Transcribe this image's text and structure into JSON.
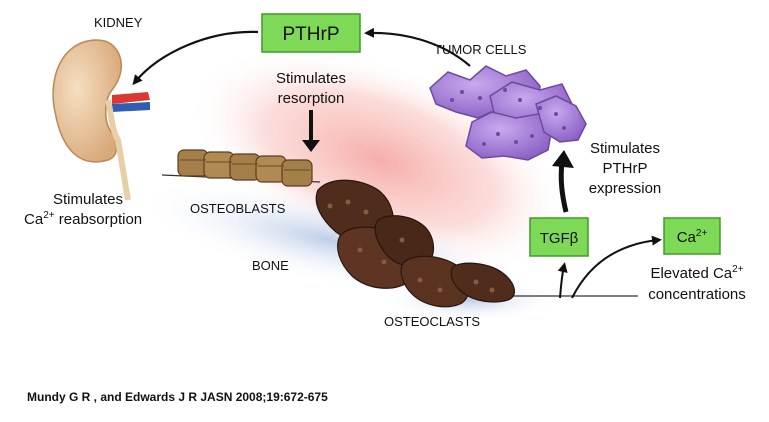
{
  "labels": {
    "kidney": "KIDNEY",
    "kidney_effect_line1": "Stimulates",
    "kidney_effect_ca": "Ca",
    "kidney_effect_ca_sup": "2+",
    "kidney_effect_rest": " reabsorption",
    "pthrp": "PTHrP",
    "pthrp_effect_line1": "Stimulates",
    "pthrp_effect_line2": "resorption",
    "tumor_cells": "TUMOR CELLS",
    "tumor_effect_line1": "Stimulates",
    "tumor_effect_line2": "PTHrP",
    "tumor_effect_line3": "expression",
    "osteoblasts": "OSTEOBLASTS",
    "bone": "BONE",
    "osteoclasts": "OSTEOCLASTS",
    "tgfb": "TGFβ",
    "ca_box": "Ca",
    "ca_box_sup": "2+",
    "elevated_line1_text": "Elevated Ca",
    "elevated_line1_sup": "2+",
    "elevated_line2": "concentrations"
  },
  "citation": "Mundy G R , and Edwards J R JASN 2008;19:672-675",
  "colors": {
    "box_fill": "#7ed957",
    "box_border": "#3e9a2a",
    "tumor": "#a47dd4",
    "tumor_dark": "#6d4a9c",
    "osteoclast": "#4f2c1c",
    "osteoblast": "#a57f4a",
    "kidney": "#ecc9a2",
    "gradient_red": "#f6a9a5",
    "gradient_blue": "#b6c8e6"
  }
}
